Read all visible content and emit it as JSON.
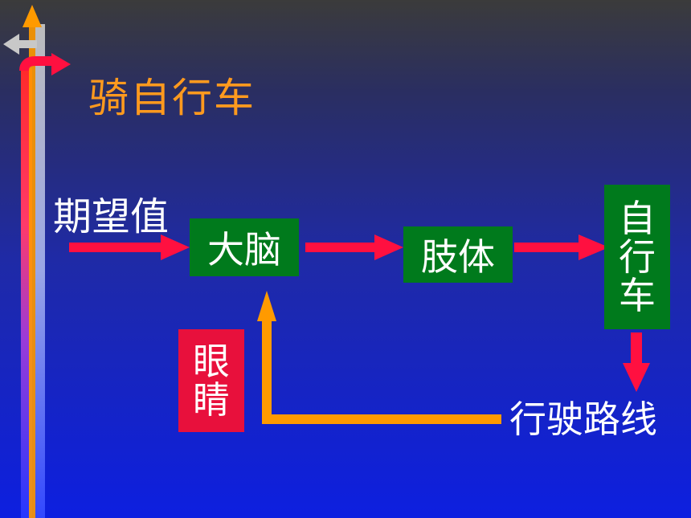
{
  "title": "骑自行车",
  "input_label": "期望值",
  "output_label": "行驶路线",
  "boxes": {
    "brain": "大脑",
    "limbs": "肢体",
    "bicycle": "自行车",
    "eyes": "眼睛"
  },
  "colors": {
    "title": "#ff9a1e",
    "box_green": "#007a1c",
    "box_red": "#e8103c",
    "forward_arrow": "#ff1040",
    "feedback_arrow": "#ff9a00"
  }
}
